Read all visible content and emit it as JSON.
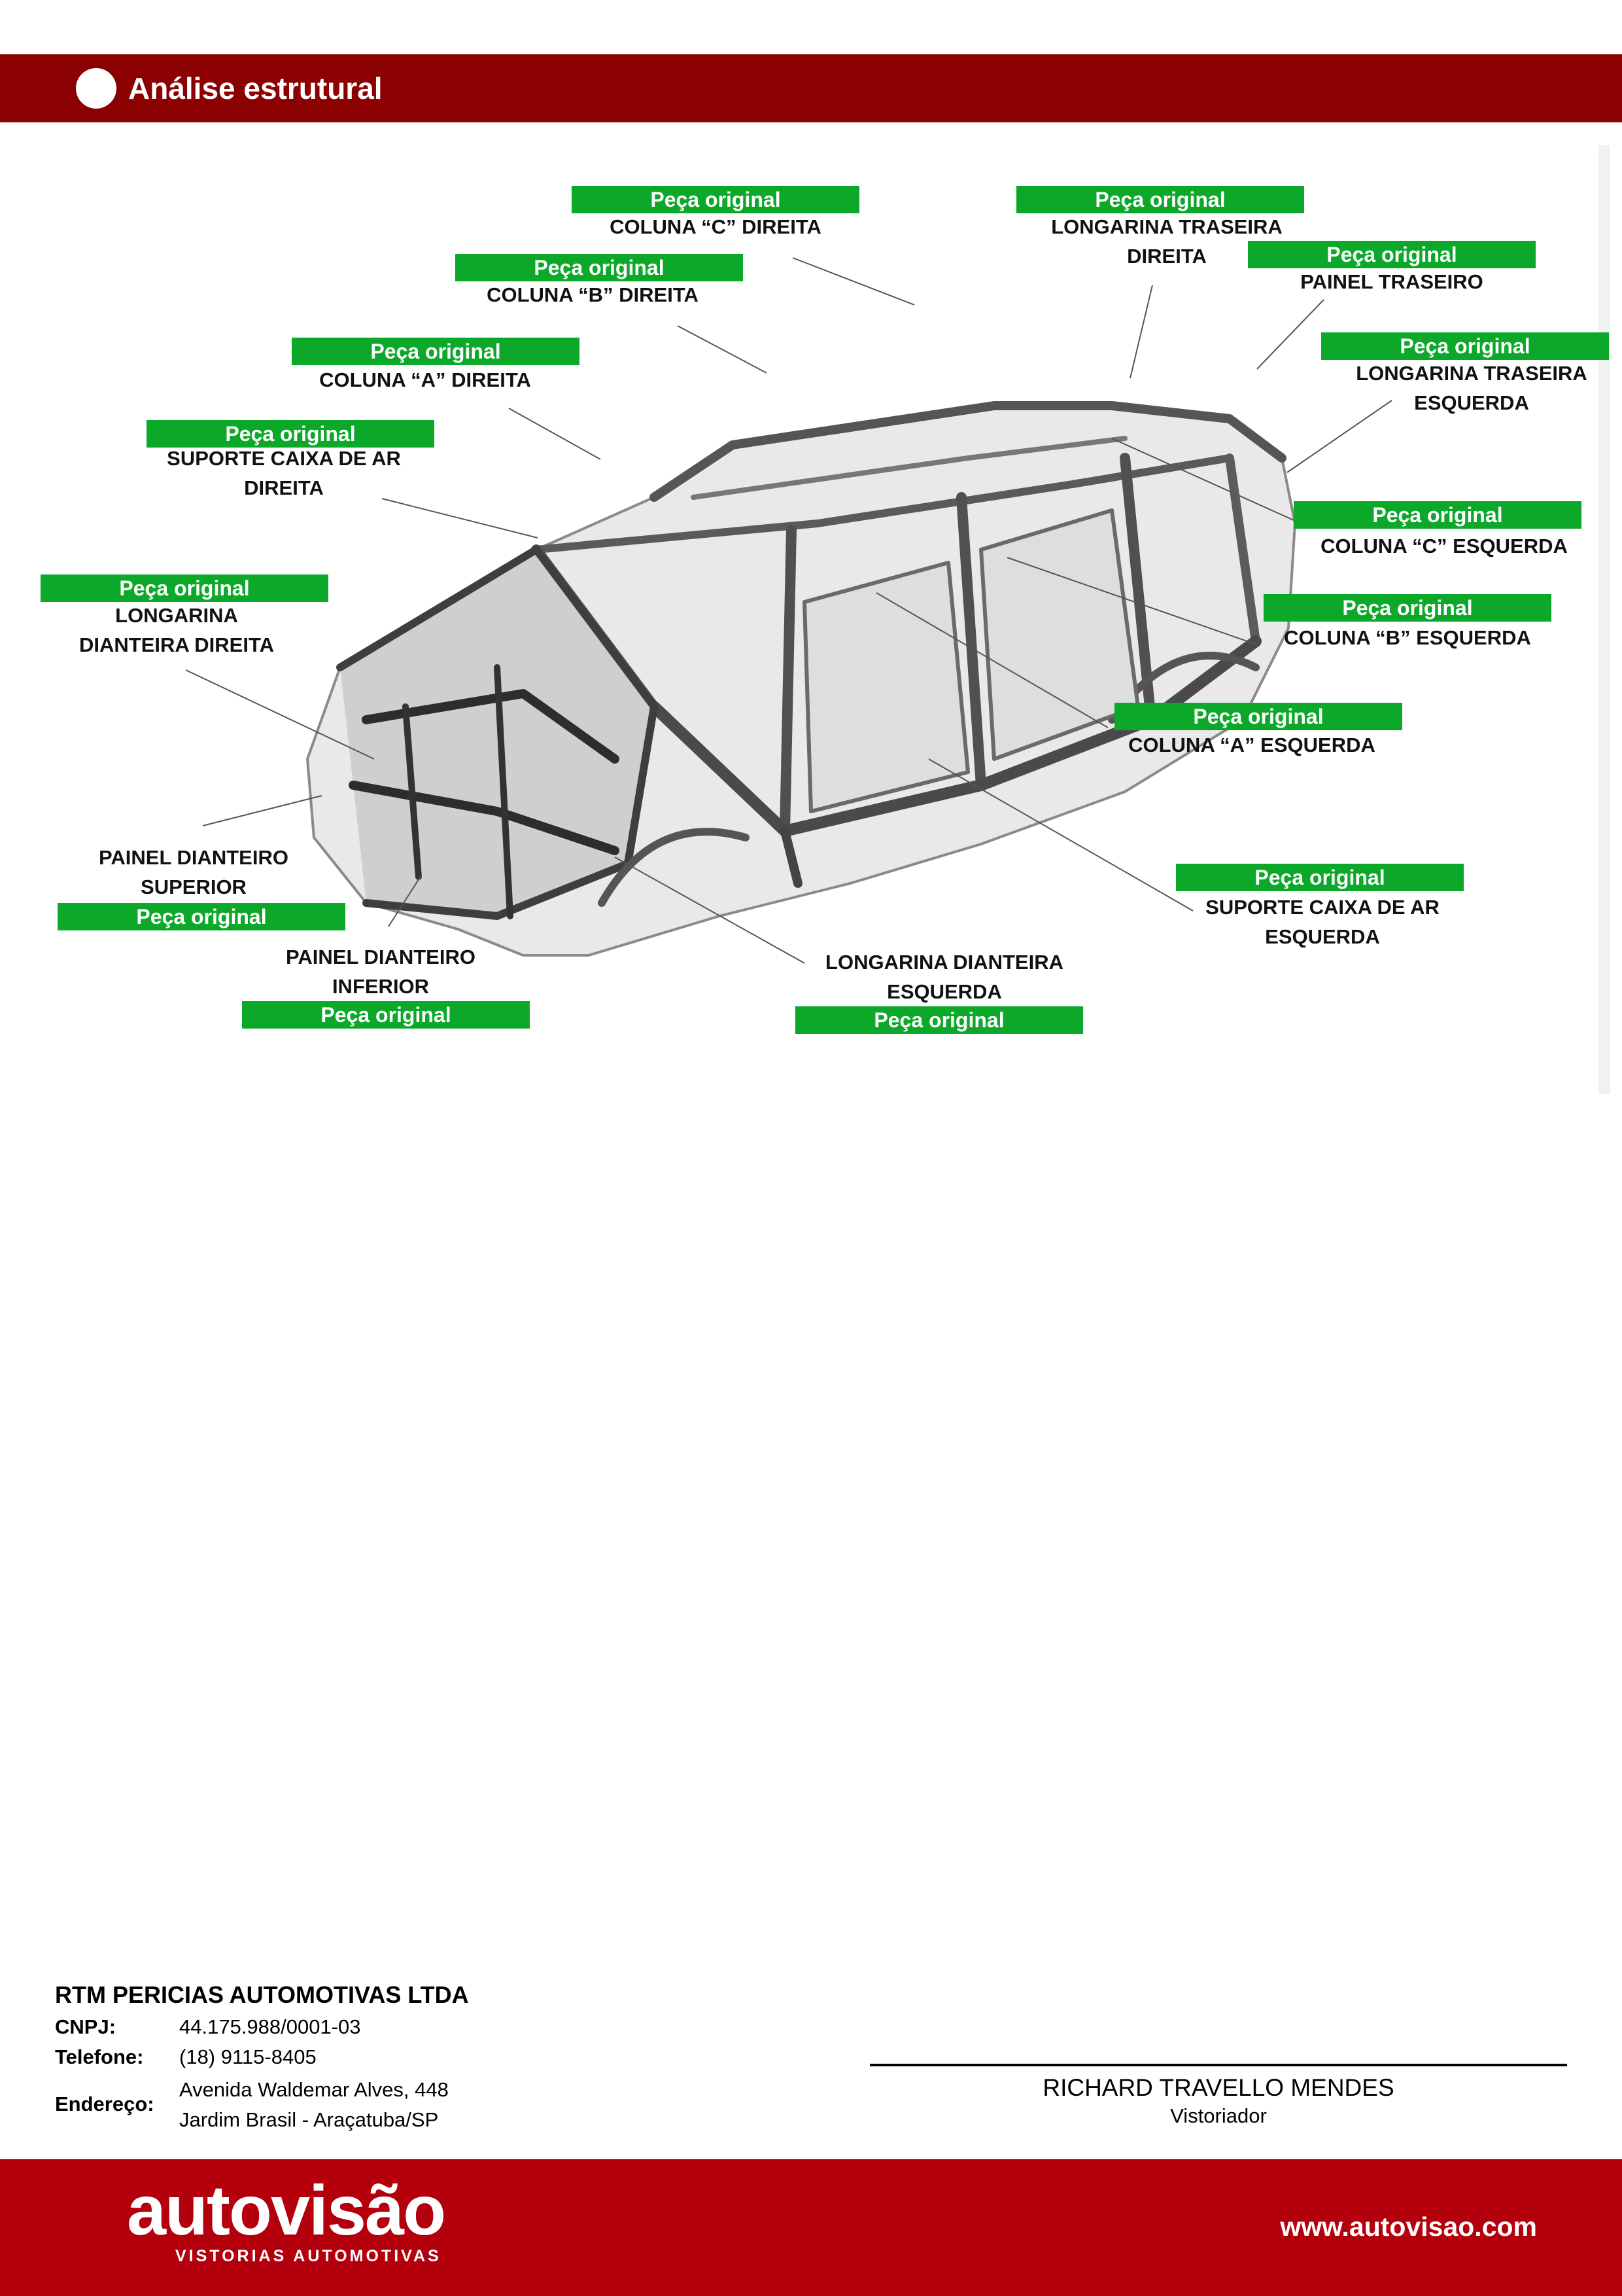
{
  "section": {
    "title": "Análise estrutural"
  },
  "tag_text": "Peça original",
  "parts": [
    {
      "id": "coluna-c-direita",
      "label": "COLUNA “C” DIREITA",
      "status": "Peça original"
    },
    {
      "id": "longarina-traseira-direita",
      "label": "LONGARINA TRASEIRA\nDIREITA",
      "status": "Peça original"
    },
    {
      "id": "painel-traseiro",
      "label": "PAINEL TRASEIRO",
      "status": "Peça original"
    },
    {
      "id": "coluna-b-direita",
      "label": "COLUNA “B” DIREITA",
      "status": "Peça original"
    },
    {
      "id": "longarina-traseira-esquerda",
      "label": "LONGARINA TRASEIRA\nESQUERDA",
      "status": "Peça original"
    },
    {
      "id": "coluna-a-direita",
      "label": "COLUNA “A” DIREITA",
      "status": "Peça original"
    },
    {
      "id": "suporte-caixa-ar-direita",
      "label": "SUPORTE CAIXA DE AR\nDIREITA",
      "status": "Peça original"
    },
    {
      "id": "coluna-c-esquerda",
      "label": "COLUNA “C” ESQUERDA",
      "status": "Peça original"
    },
    {
      "id": "longarina-dianteira-direita",
      "label": "LONGARINA\nDIANTEIRA DIREITA",
      "status": "Peça original"
    },
    {
      "id": "coluna-b-esquerda",
      "label": "COLUNA “B” ESQUERDA",
      "status": "Peça original"
    },
    {
      "id": "coluna-a-esquerda",
      "label": "COLUNA “A” ESQUERDA",
      "status": "Peça original"
    },
    {
      "id": "painel-dianteiro-superior",
      "label": "PAINEL DIANTEIRO\nSUPERIOR",
      "status": "Peça original"
    },
    {
      "id": "suporte-caixa-ar-esquerda",
      "label": "SUPORTE CAIXA DE AR\nESQUERDA",
      "status": "Peça original"
    },
    {
      "id": "painel-dianteiro-inferior",
      "label": "PAINEL DIANTEIRO\nINFERIOR",
      "status": "Peça original"
    },
    {
      "id": "longarina-dianteira-esquerda",
      "label": "LONGARINA DIANTEIRA\nESQUERDA",
      "status": "Peça original"
    }
  ],
  "company": {
    "name": "RTM PERICIAS AUTOMOTIVAS LTDA",
    "cnpj_label": "CNPJ:",
    "cnpj": "44.175.988/0001-03",
    "phone_label": "Telefone:",
    "phone": "(18) 9115-8405",
    "address_label": "Endereço:",
    "address_line1": "Avenida Waldemar Alves, 448",
    "address_line2": "Jardim Brasil - Araçatuba/SP"
  },
  "signature": {
    "name": "RICHARD TRAVELLO MENDES",
    "role": "Vistoriador"
  },
  "footer": {
    "logo_text": "autovisão",
    "logo_subtitle": "VISTORIAS AUTOMOTIVAS",
    "website": "www.autovisao.com"
  },
  "colors": {
    "header": "#8b0000",
    "tag": "#0ca82a",
    "footer": "#b4000d"
  }
}
